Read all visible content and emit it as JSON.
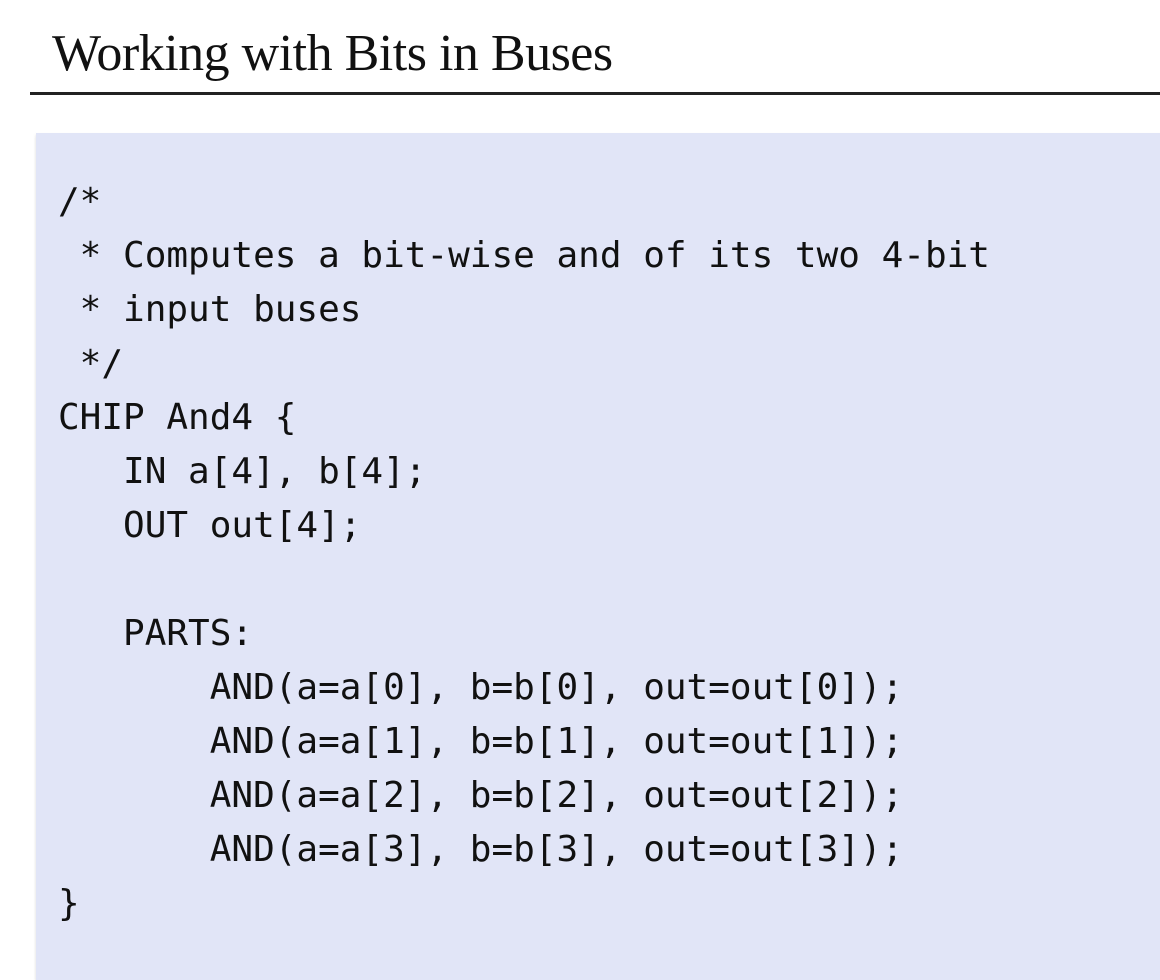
{
  "slide": {
    "title": "Working with Bits in Buses"
  },
  "code": {
    "lines": [
      "/*",
      " * Computes a bit-wise and of its two 4-bit",
      " * input buses",
      " */",
      "CHIP And4 {",
      "   IN a[4], b[4];",
      "   OUT out[4];",
      "",
      "   PARTS:",
      "       AND(a=a[0], b=b[0], out=out[0]);",
      "       AND(a=a[1], b=b[1], out=out[1]);",
      "       AND(a=a[2], b=b[2], out=out[2]);",
      "       AND(a=a[3], b=b[3], out=out[3]);",
      "}"
    ]
  },
  "colors": {
    "panel_background": "#e1e5f7",
    "text": "#111111",
    "rule": "#222222"
  }
}
